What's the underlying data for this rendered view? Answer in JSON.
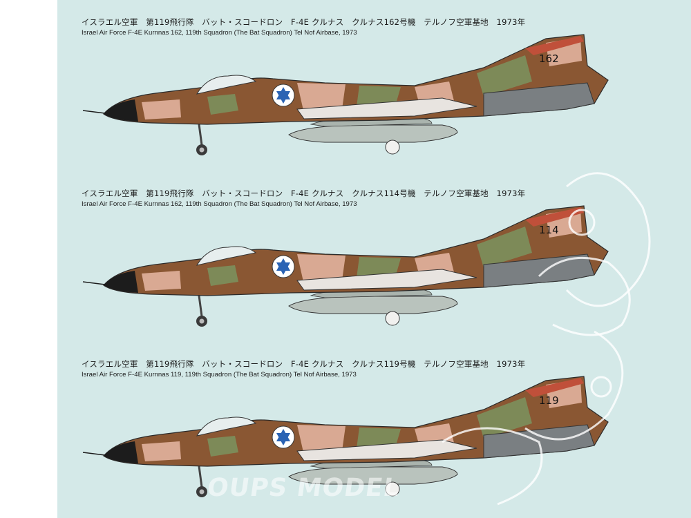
{
  "profiles": [
    {
      "caption_jp": "イスラエル空軍　第119飛行隊　バット・スコードロン　F-4E クルナス　クルナス162号機　テルノフ空軍基地　1973年",
      "caption_en": "Israel Air Force F-4E Kurnnas 162, 119th Squadron (The Bat Squadron) Tel Nof Airbase, 1973",
      "tail_number": "162"
    },
    {
      "caption_jp": "イスラエル空軍　第119飛行隊　バット・スコードロン　F-4E クルナス　クルナス114号機　テルノフ空軍基地　1973年",
      "caption_en": "Israel Air Force F-4E Kurnnas 162, 119th Squadron (The Bat Squadron) Tel Nof Airbase, 1973",
      "tail_number": "114"
    },
    {
      "caption_jp": "イスラエル空軍　第119飛行隊　バット・スコードロン　F-4E クルナス　クルナス119号機　テルノフ空軍基地　1973年",
      "caption_en": "Israel Air Force F-4E Kurnnas 119, 119th Squadron (The Bat Squadron) Tel Nof Airbase, 1973",
      "tail_number": "119"
    }
  ],
  "watermark": "OUPS MODEL",
  "colors": {
    "background": "#d4e9e8",
    "camo_tan": "#d9a993",
    "camo_brown": "#8a5733",
    "camo_green": "#7d8a58",
    "nose": "#1c1c1c",
    "tanks": "#b9c3bd",
    "engine_grey": "#7a7f82",
    "insignia_blue": "#2a63b4"
  }
}
